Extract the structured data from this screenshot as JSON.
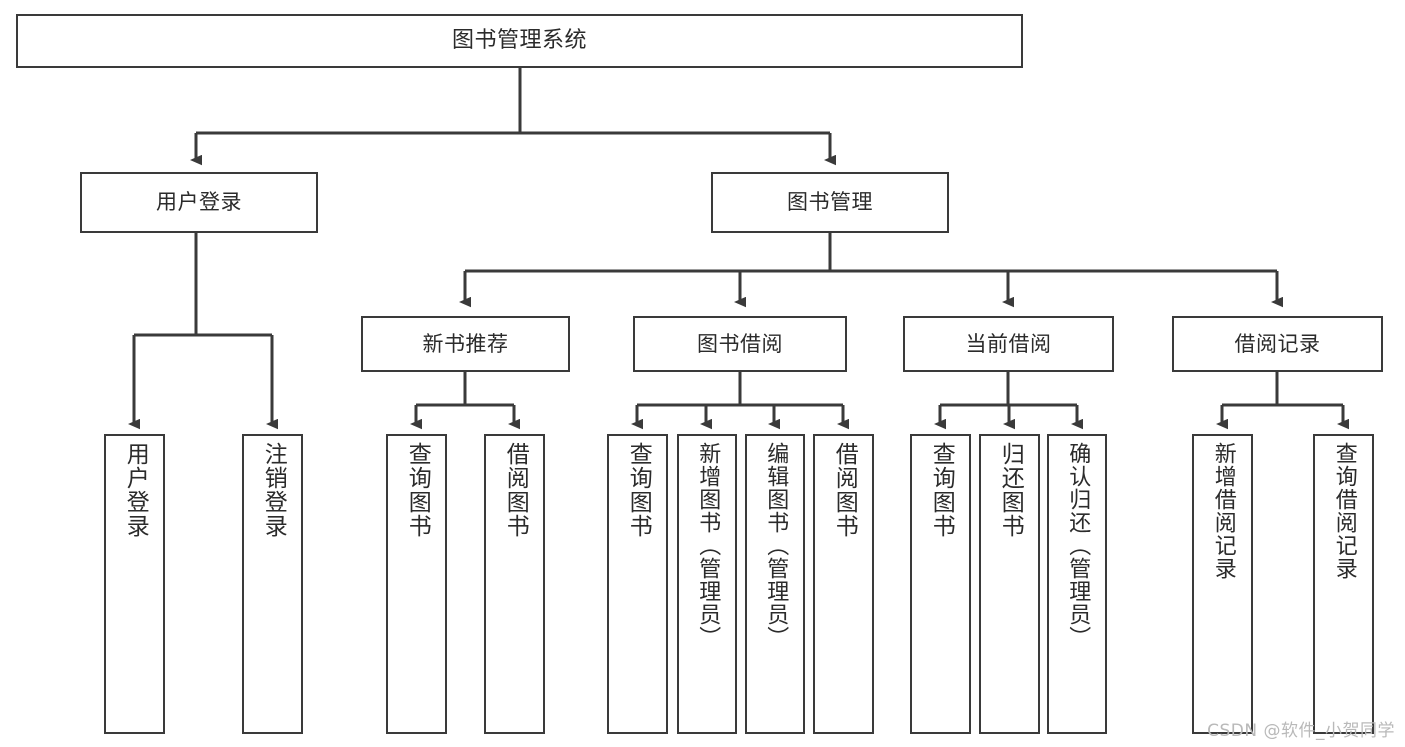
{
  "diagram": {
    "title": "图书管理系统",
    "type": "tree",
    "watermark": "CSDN @软件_小贺同学",
    "colors": {
      "box_border": "#3a3a3a",
      "box_fill": "#ffffff",
      "connector": "#3a3a3a",
      "text": "#2b2b2b",
      "watermark": "#b9b9b9",
      "background": "#ffffff"
    },
    "levels": {
      "root": "图书管理系统",
      "level2": [
        "用户登录",
        "图书管理"
      ],
      "level3": [
        "新书推荐",
        "图书借阅",
        "当前借阅",
        "借阅记录"
      ]
    },
    "nodes": {
      "root": {
        "label": "图书管理系统"
      },
      "user_login": {
        "label": "用户登录"
      },
      "book_manage": {
        "label": "图书管理"
      },
      "new_book_rec": {
        "label": "新书推荐"
      },
      "book_borrow": {
        "label": "图书借阅"
      },
      "current_borrow": {
        "label": "当前借阅"
      },
      "borrow_record": {
        "label": "借阅记录"
      },
      "leaf_user_login": {
        "label": "用户登录"
      },
      "leaf_logout": {
        "label": "注销登录"
      },
      "leaf_query_book_1": {
        "label": "查询图书"
      },
      "leaf_borrow_book_1": {
        "label": "借阅图书"
      },
      "leaf_query_book_2": {
        "label": "查询图书"
      },
      "leaf_add_book": {
        "label": "新增图书（管理员）"
      },
      "leaf_edit_book": {
        "label": "编辑图书（管理员）"
      },
      "leaf_borrow_book_2": {
        "label": "借阅图书"
      },
      "leaf_query_book_3": {
        "label": "查询图书"
      },
      "leaf_return_book": {
        "label": "归还图书"
      },
      "leaf_confirm_return": {
        "label": "确认归还（管理员）"
      },
      "leaf_add_record": {
        "label": "新增借阅记录"
      },
      "leaf_query_record": {
        "label": "查询借阅记录"
      }
    },
    "edges": [
      {
        "from": "root",
        "to": "user_login"
      },
      {
        "from": "root",
        "to": "book_manage"
      },
      {
        "from": "user_login",
        "to": "leaf_user_login"
      },
      {
        "from": "user_login",
        "to": "leaf_logout"
      },
      {
        "from": "book_manage",
        "to": "new_book_rec"
      },
      {
        "from": "book_manage",
        "to": "book_borrow"
      },
      {
        "from": "book_manage",
        "to": "current_borrow"
      },
      {
        "from": "book_manage",
        "to": "borrow_record"
      },
      {
        "from": "new_book_rec",
        "to": "leaf_query_book_1"
      },
      {
        "from": "new_book_rec",
        "to": "leaf_borrow_book_1"
      },
      {
        "from": "book_borrow",
        "to": "leaf_query_book_2"
      },
      {
        "from": "book_borrow",
        "to": "leaf_add_book"
      },
      {
        "from": "book_borrow",
        "to": "leaf_edit_book"
      },
      {
        "from": "book_borrow",
        "to": "leaf_borrow_book_2"
      },
      {
        "from": "current_borrow",
        "to": "leaf_query_book_3"
      },
      {
        "from": "current_borrow",
        "to": "leaf_return_book"
      },
      {
        "from": "current_borrow",
        "to": "leaf_confirm_return"
      },
      {
        "from": "borrow_record",
        "to": "leaf_add_record"
      },
      {
        "from": "borrow_record",
        "to": "leaf_query_record"
      }
    ]
  }
}
